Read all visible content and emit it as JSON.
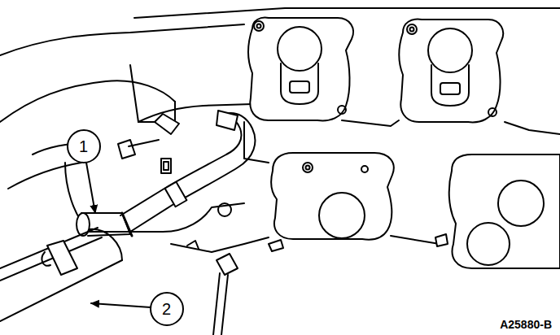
{
  "diagram": {
    "labels": [
      "1",
      "2",
      "A25880-B"
    ]
  }
}
